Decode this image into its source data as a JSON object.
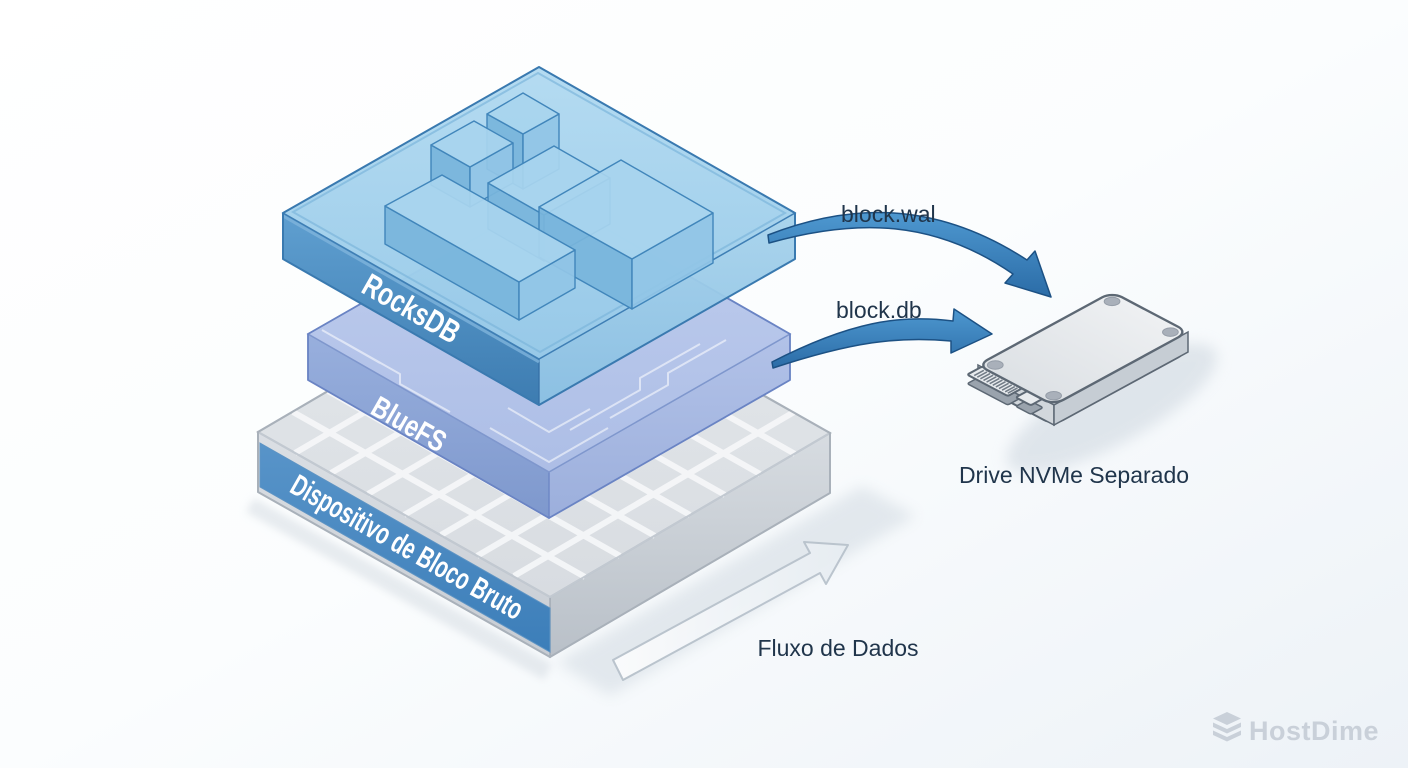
{
  "diagram": {
    "type": "isometric-architecture",
    "layers": [
      {
        "id": "rocksdb",
        "label": "RocksDB",
        "face_color": "#4285bc",
        "top_color": "#a5d2ec"
      },
      {
        "id": "bluefs",
        "label": "BlueFS",
        "face_color": "#88a3d5",
        "top_color": "#b7c7ea"
      },
      {
        "id": "raw-block-device",
        "label": "Dispositivo de Bloco Bruto",
        "face_color": "#4187c2",
        "top_color": "#dfe3e7"
      }
    ],
    "links": [
      {
        "id": "block-wal",
        "label": "block.wal",
        "from": "RocksDB",
        "to": "Drive NVMe Separado",
        "color": "#3a80ba"
      },
      {
        "id": "block-db",
        "label": "block.db",
        "from": "BlueFS",
        "to": "Drive NVMe Separado",
        "color": "#3a80ba"
      }
    ],
    "drive": {
      "label": "Drive NVMe Separado",
      "top_color": "#e9ebee"
    },
    "data_flow": {
      "label": "Fluxo de Dados"
    },
    "watermark": {
      "label": "HostDime",
      "color": "#c9d0d9"
    },
    "label_color": "#20354b"
  }
}
